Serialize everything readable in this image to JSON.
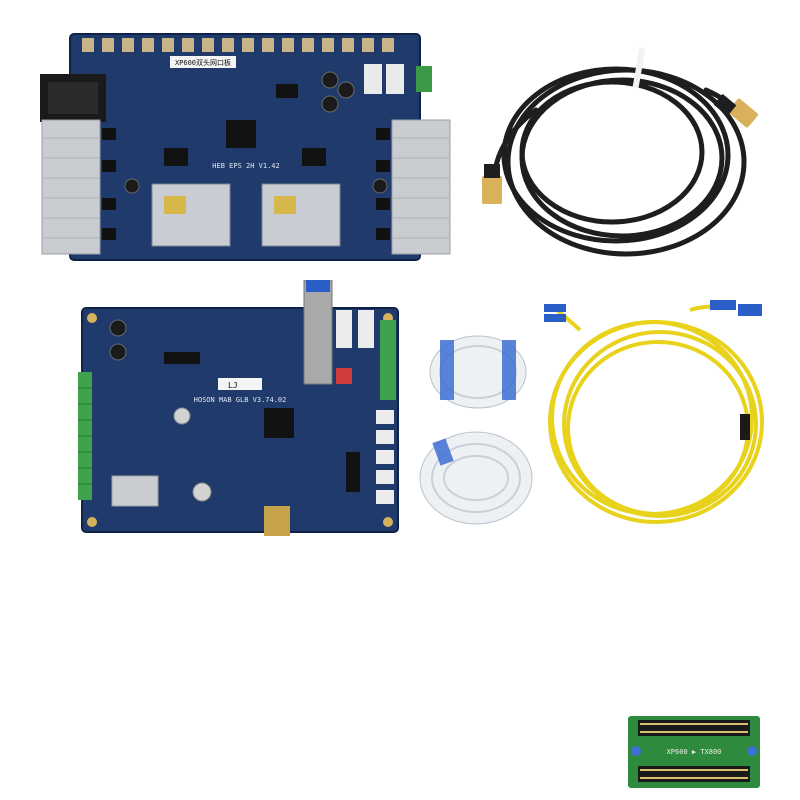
{
  "scene": {
    "background": "#ffffff",
    "colors": {
      "pcb_blue": "#1f3a6b",
      "pcb_dark": "#142a52",
      "heatsink": "#c9ccd0",
      "cable_black": "#1e1e20",
      "cable_yellow": "#e8d21c",
      "fiber_blue": "#2a5fc8",
      "ffc_white": "#eef1f4",
      "ffc_blue": "#3d6fd1",
      "adapter_green": "#2e8b3e"
    }
  },
  "head_board": {
    "label_sticker": "XP600双头网口板",
    "silk_model": "HEB EPS 2H V1.42"
  },
  "main_board": {
    "label_sticker": "LJ",
    "silk_model": "HOSON MAB GLB V3.74.02"
  },
  "adapter_board": {
    "silk_text": "XP600 ▶ TX800"
  }
}
